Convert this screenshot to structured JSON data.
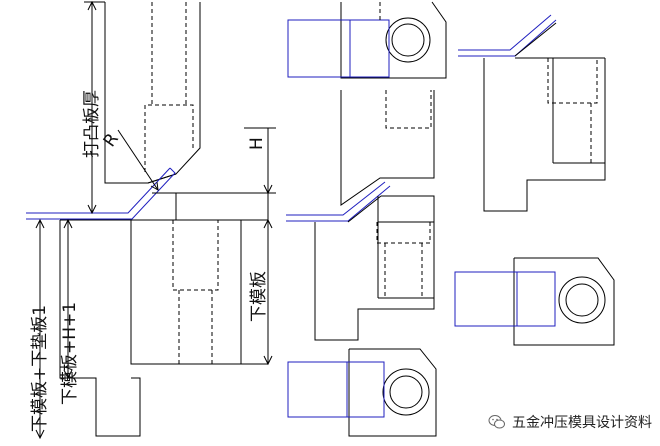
{
  "labels": {
    "punch_thickness": "打凸板厚",
    "radius": "R",
    "height": "H",
    "lower_die_plate_left": "下模板+下垫板1",
    "lower_die_plate_h": "下模板+H+1",
    "lower_die_plate_right": "下模板"
  },
  "watermark": {
    "text": "五金冲压模具设计资料",
    "icon": "wechat-icon"
  },
  "colors": {
    "line": "#000000",
    "part_outline": "#1f1fbf"
  }
}
